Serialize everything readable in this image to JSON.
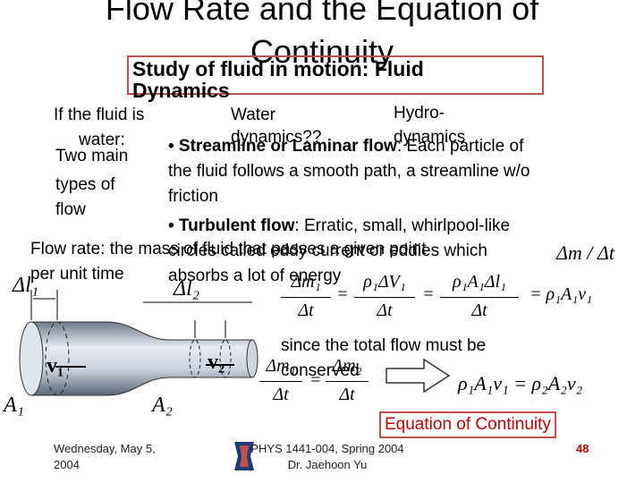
{
  "title": {
    "line1": "Flow Rate and the Equation of",
    "line2": "Continuity"
  },
  "header_box": {
    "line1": "Study of fluid in motion: Fluid",
    "line2": "Dynamics"
  },
  "overlaps": {
    "if_fluid_is": "If the fluid is",
    "water": "Water",
    "hydro": "Hydro-",
    "water_colon": "water:",
    "dynamics_qq": "dynamics??",
    "dynamics": "dynamics"
  },
  "left_label": {
    "l1": "Two main",
    "l2": "types of",
    "l3": "flow"
  },
  "streamline": {
    "bullet": "• Streamline or Laminar flow",
    "rest1": ": Each particle of",
    "rest2": "the fluid follows a smooth path, a streamline w/o",
    "rest3": "friction"
  },
  "turbulent": {
    "bullet": "• Turbulent flow",
    "rest1": ": Erratic, small, whirlpool-like",
    "rest2": "circles called eddy current or eddies which",
    "rest3": "absorbs a lot of energy"
  },
  "flow_rate": {
    "l1": "Flow rate: the mass of fluid that passes a given point",
    "l2": "per unit time"
  },
  "conservation": {
    "l1": "since the total flow must be",
    "l2": "conserved"
  },
  "equation_label": "Equation of Continuity",
  "footer": {
    "date_l1": "Wednesday, May 5,",
    "date_l2": "2004",
    "course_l1": "PHYS 1441-004, Spring 2004",
    "course_l2": "Dr. Jaehoon Yu",
    "page": "48"
  },
  "math": {
    "dm_dt": "Δm / Δt",
    "eq1_lhs_num": "Δm₁",
    "eq1_lhs_den": "Δt",
    "eq1_mid_num": "ρ₁ΔV₁",
    "eq1_mid_den": "Δt",
    "eq1_r_num": "ρ₁A₁Δl₁",
    "eq1_r_den": "Δt",
    "eq1_end": "= ρ₁A₁v₁",
    "eq2_lhs_num": "Δm₁",
    "eq2_lhs_den": "Δt",
    "eq2_r_num": "Δm₂",
    "eq2_r_den": "Δt",
    "eq3": "ρ₁A₁v₁ = ρ₂A₂v₂"
  },
  "diagram_labels": {
    "dl1": "Δl₁",
    "dl2": "Δl₂",
    "v1": "v₁",
    "v2": "v₂",
    "a1": "A₁",
    "a2": "A₂"
  }
}
